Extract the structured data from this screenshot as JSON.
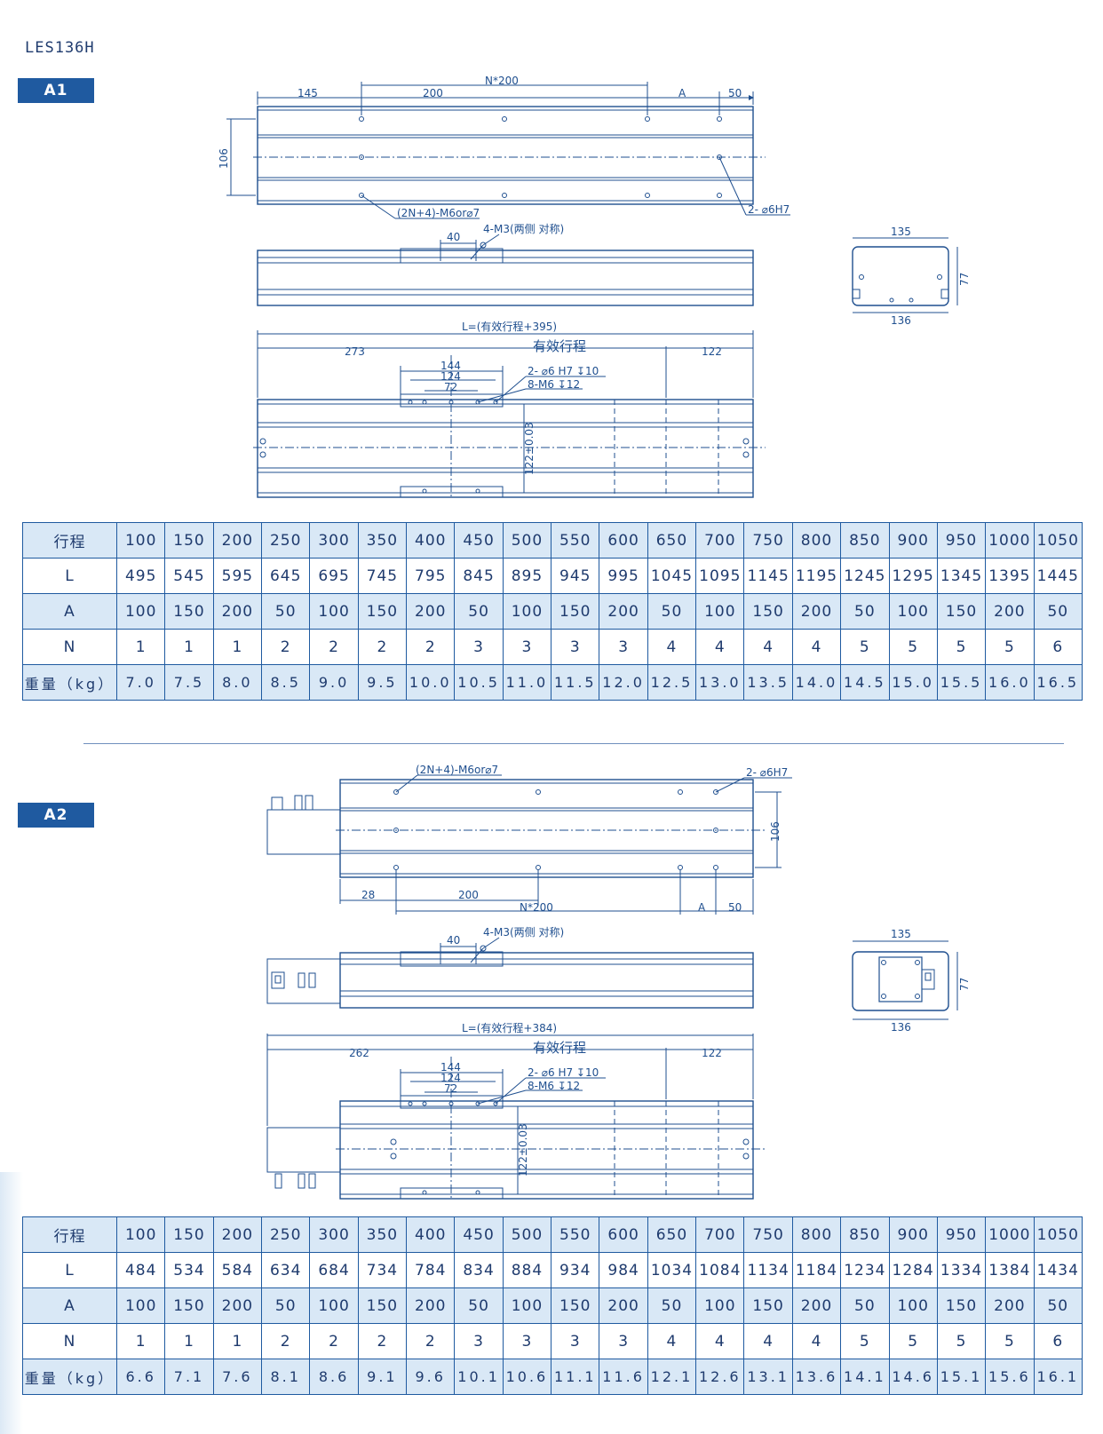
{
  "model": "LES136H",
  "sections": [
    {
      "badge": "A1",
      "drawing": {
        "top_view": {
          "total_holes": "N*200",
          "d145": "145",
          "d200": "200",
          "dA": "A",
          "d50": "50",
          "h106": "106",
          "hole_note": "(2N+4)-M6or⌀7",
          "pin_note": "2- ⌀6H7"
        },
        "side_view": {
          "d40": "40",
          "m3_note": "4-M3(两侧 对称)"
        },
        "end_view": {
          "w135": "135",
          "w136": "136",
          "h77": "77"
        },
        "bottom_view": {
          "length_formula": "L=(有效行程+395)",
          "stroke_label": "有效行程",
          "d273": "273",
          "d122": "122",
          "d144": "144",
          "d124": "124",
          "d72": "72",
          "pin_note": "2- ⌀6 H7 ↧10",
          "m6_note": "8-M6 ↧12",
          "tol_note": "122±0.03"
        }
      },
      "table": {
        "rows": [
          {
            "header": "行程",
            "style": "shade",
            "values": [
              "100",
              "150",
              "200",
              "250",
              "300",
              "350",
              "400",
              "450",
              "500",
              "550",
              "600",
              "650",
              "700",
              "750",
              "800",
              "850",
              "900",
              "950",
              "1000",
              "1050"
            ]
          },
          {
            "header": "L",
            "style": "plain",
            "values": [
              "495",
              "545",
              "595",
              "645",
              "695",
              "745",
              "795",
              "845",
              "895",
              "945",
              "995",
              "1045",
              "1095",
              "1145",
              "1195",
              "1245",
              "1295",
              "1345",
              "1395",
              "1445"
            ]
          },
          {
            "header": "A",
            "style": "shade",
            "values": [
              "100",
              "150",
              "200",
              "50",
              "100",
              "150",
              "200",
              "50",
              "100",
              "150",
              "200",
              "50",
              "100",
              "150",
              "200",
              "50",
              "100",
              "150",
              "200",
              "50"
            ]
          },
          {
            "header": "N",
            "style": "plain",
            "values": [
              "1",
              "1",
              "1",
              "2",
              "2",
              "2",
              "2",
              "3",
              "3",
              "3",
              "3",
              "4",
              "4",
              "4",
              "4",
              "5",
              "5",
              "5",
              "5",
              "6"
            ]
          },
          {
            "header": "重量（kg）",
            "style": "shade",
            "values": [
              "7.0",
              "7.5",
              "8.0",
              "8.5",
              "9.0",
              "9.5",
              "10.0",
              "10.5",
              "11.0",
              "11.5",
              "12.0",
              "12.5",
              "13.0",
              "13.5",
              "14.0",
              "14.5",
              "15.0",
              "15.5",
              "16.0",
              "16.5"
            ]
          }
        ]
      }
    },
    {
      "badge": "A2",
      "drawing": {
        "top_view": {
          "total_holes": "N*200",
          "d28": "28",
          "d200": "200",
          "dA": "A",
          "d50": "50",
          "h106": "106",
          "hole_note": "(2N+4)-M6or⌀7",
          "pin_note": "2- ⌀6H7"
        },
        "side_view": {
          "d40": "40",
          "m3_note": "4-M3(两侧 对称)"
        },
        "end_view": {
          "w135": "135",
          "w136": "136",
          "h77": "77"
        },
        "bottom_view": {
          "length_formula": "L=(有效行程+384)",
          "stroke_label": "有效行程",
          "d262": "262",
          "d122": "122",
          "d144": "144",
          "d124": "124",
          "d72": "72",
          "pin_note": "2- ⌀6 H7 ↧10",
          "m6_note": "8-M6 ↧12",
          "tol_note": "122±0.03"
        }
      },
      "table": {
        "rows": [
          {
            "header": "行程",
            "style": "shade",
            "values": [
              "100",
              "150",
              "200",
              "250",
              "300",
              "350",
              "400",
              "450",
              "500",
              "550",
              "600",
              "650",
              "700",
              "750",
              "800",
              "850",
              "900",
              "950",
              "1000",
              "1050"
            ]
          },
          {
            "header": "L",
            "style": "plain",
            "values": [
              "484",
              "534",
              "584",
              "634",
              "684",
              "734",
              "784",
              "834",
              "884",
              "934",
              "984",
              "1034",
              "1084",
              "1134",
              "1184",
              "1234",
              "1284",
              "1334",
              "1384",
              "1434"
            ]
          },
          {
            "header": "A",
            "style": "shade",
            "values": [
              "100",
              "150",
              "200",
              "50",
              "100",
              "150",
              "200",
              "50",
              "100",
              "150",
              "200",
              "50",
              "100",
              "150",
              "200",
              "50",
              "100",
              "150",
              "200",
              "50"
            ]
          },
          {
            "header": "N",
            "style": "plain",
            "values": [
              "1",
              "1",
              "1",
              "2",
              "2",
              "2",
              "2",
              "3",
              "3",
              "3",
              "3",
              "4",
              "4",
              "4",
              "4",
              "5",
              "5",
              "5",
              "5",
              "6"
            ]
          },
          {
            "header": "重量（kg）",
            "style": "shade",
            "values": [
              "6.6",
              "7.1",
              "7.6",
              "8.1",
              "8.6",
              "9.1",
              "9.6",
              "10.1",
              "10.6",
              "11.1",
              "11.6",
              "12.1",
              "12.6",
              "13.1",
              "13.6",
              "14.1",
              "14.6",
              "15.1",
              "15.6",
              "16.1"
            ]
          }
        ]
      }
    }
  ]
}
